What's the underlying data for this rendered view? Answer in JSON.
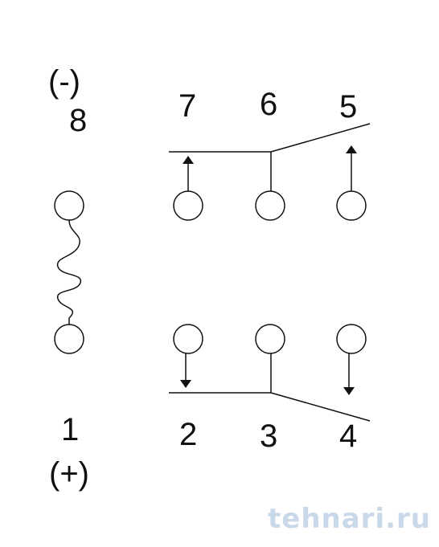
{
  "coil": {
    "top_polarity": "(-)",
    "top_pin": "8",
    "bottom_pin": "1",
    "bottom_polarity": "(+)"
  },
  "upper_contacts": {
    "left_pin": "7",
    "common_pin": "6",
    "right_pin": "5"
  },
  "lower_contacts": {
    "left_pin": "2",
    "common_pin": "3",
    "right_pin": "4"
  },
  "watermark": {
    "text": "tehnari.ru"
  },
  "colors": {
    "line": "#111111",
    "background": "#ffffff",
    "watermark": "#c9d9ea"
  }
}
